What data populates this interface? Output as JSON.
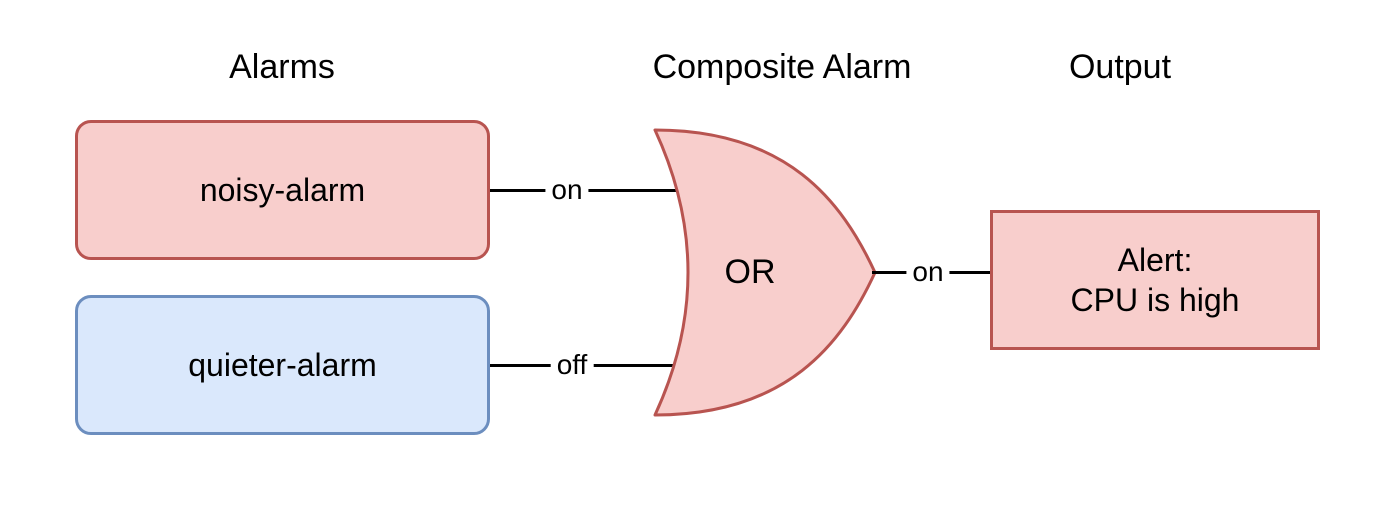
{
  "diagram": {
    "headers": {
      "alarms": "Alarms",
      "composite": "Composite Alarm",
      "output": "Output"
    },
    "nodes": {
      "noisy": {
        "label": "noisy-alarm",
        "fill": "#f8cecc",
        "border": "#b85450"
      },
      "quieter": {
        "label": "quieter-alarm",
        "fill": "#dae8fc",
        "border": "#6c8ebf"
      },
      "gate": {
        "label": "OR",
        "fill": "#f8cecc",
        "border": "#b85450"
      },
      "alert": {
        "line1": "Alert:",
        "line2": "CPU is high",
        "fill": "#f8cecc",
        "border": "#b85450"
      }
    },
    "edges": {
      "noisy_to_gate": "on",
      "quieter_to_gate": "off",
      "gate_to_alert": "on"
    },
    "colors": {
      "line": "#000000",
      "background": "#ffffff"
    }
  }
}
